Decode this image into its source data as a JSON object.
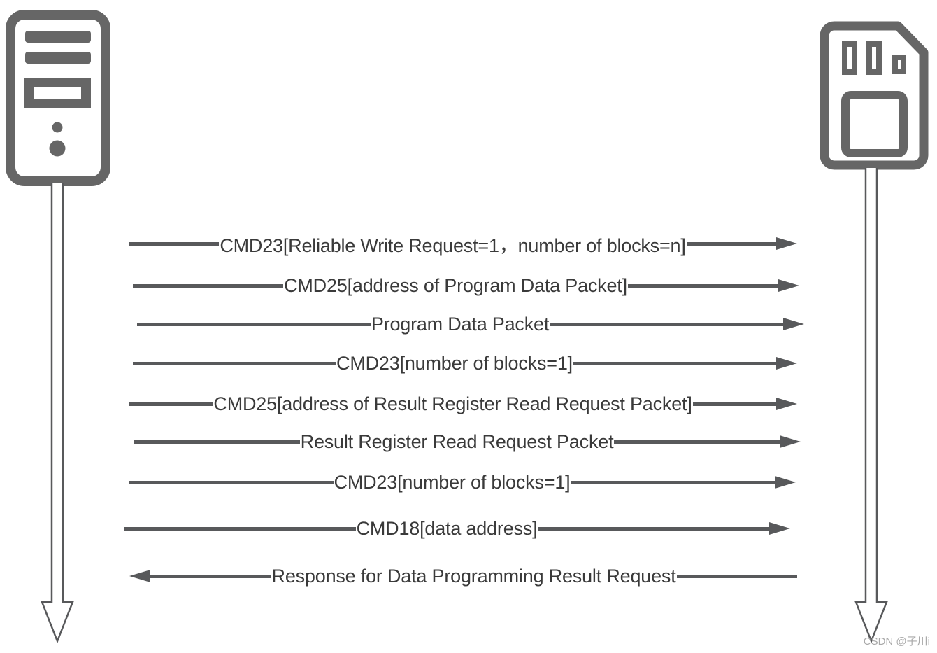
{
  "actors": {
    "host": {
      "icon": "computer-tower-icon"
    },
    "card": {
      "icon": "sd-card-icon"
    }
  },
  "messages": [
    {
      "text": "CMD23[Reliable Write Request=1，number of blocks=n]",
      "direction": "right",
      "from": "host",
      "to": "card"
    },
    {
      "text": "CMD25[address of Program Data Packet]",
      "direction": "right",
      "from": "host",
      "to": "card"
    },
    {
      "text": "Program Data Packet",
      "direction": "right",
      "from": "host",
      "to": "card"
    },
    {
      "text": "CMD23[number of blocks=1]",
      "direction": "right",
      "from": "host",
      "to": "card"
    },
    {
      "text": "CMD25[address of Result Register Read Request Packet]",
      "direction": "right",
      "from": "host",
      "to": "card"
    },
    {
      "text": "Result Register Read Request Packet",
      "direction": "right",
      "from": "host",
      "to": "card"
    },
    {
      "text": "CMD23[number of blocks=1]",
      "direction": "right",
      "from": "host",
      "to": "card"
    },
    {
      "text": "CMD18[data address]",
      "direction": "right",
      "from": "host",
      "to": "card"
    },
    {
      "text": "Response for Data Programming Result Request",
      "direction": "left",
      "from": "card",
      "to": "host"
    }
  ],
  "watermark": {
    "text": "CSDN @子川i"
  },
  "colors": {
    "bg": "#ffffff",
    "icon": "#666666",
    "line": "#58595b",
    "text": "#3a3a3a",
    "watermark": "#a9a9a9"
  }
}
